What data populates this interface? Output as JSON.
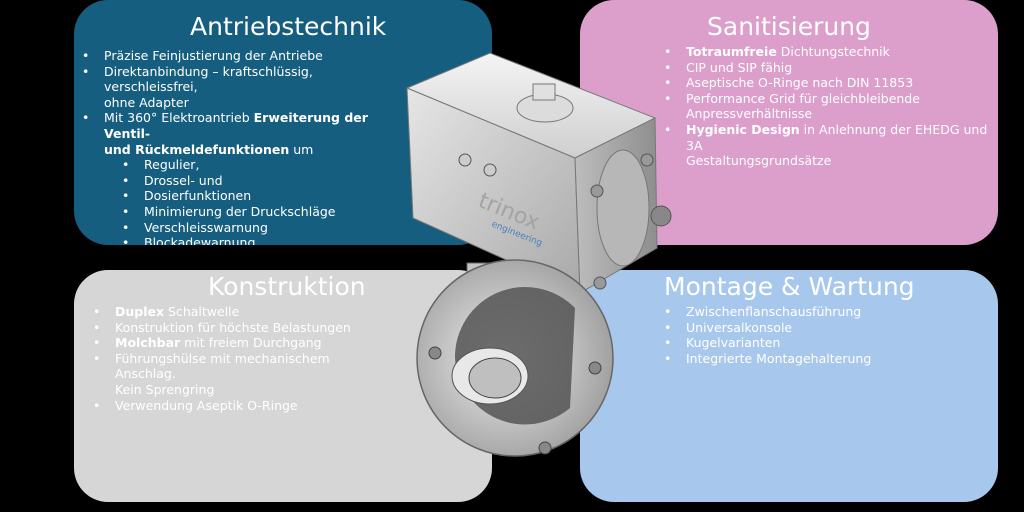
{
  "antrieb": {
    "title": "Antriebstechnik",
    "items": [
      {
        "text": "Präzise Feinjustierung der Antriebe"
      },
      {
        "text": "Direktanbindung – kraftschlüssig, verschleissfrei,"
      },
      {
        "text": "ohne Adapter",
        "cont": true
      },
      {
        "pre": "Mit 360° Elektroantrieb ",
        "bold": "Erweiterung der Ventil-"
      },
      {
        "bold": "und Rückmeldefunktionen",
        "post": " um",
        "cont": true
      },
      {
        "text": "Regulier,",
        "sub": true
      },
      {
        "text": "Drossel- und",
        "sub": true
      },
      {
        "text": "Dosierfunktionen",
        "sub": true
      },
      {
        "text": "Minimierung der Druckschläge",
        "sub": true
      },
      {
        "text": "Verschleisswarnung",
        "sub": true
      },
      {
        "text": "Blockadewarnung",
        "sub": true
      }
    ]
  },
  "sanit": {
    "title": "Sanitisierung",
    "items": [
      {
        "bold": "Totraumfreie",
        "post": " Dichtungstechnik"
      },
      {
        "text": "CIP und SIP fähig"
      },
      {
        "text": "Aseptische O-Ringe nach DIN 11853"
      },
      {
        "text": "Performance Grid für gleichbleibende"
      },
      {
        "text": "Anpressverhältnisse",
        "cont": true
      },
      {
        "bold": "Hygienic Design",
        "post": " in Anlehnung der EHEDG und 3A"
      },
      {
        "text": "Gestaltungsgrundsätze",
        "cont": true
      }
    ]
  },
  "konst": {
    "title": "Konstruktion",
    "items": [
      {
        "bold": "Duplex",
        "post": " Schaltwelle"
      },
      {
        "text": "Konstruktion für höchste Belastungen"
      },
      {
        "bold": "Molchbar",
        "post": " mit freiem Durchgang"
      },
      {
        "text": "Führungshülse mit mechanischem Anschlag."
      },
      {
        "text": "Kein Sprengring",
        "cont": true
      },
      {
        "text": "Verwendung Aseptik O-Ringe"
      }
    ]
  },
  "montage": {
    "title": "Montage & Wartung",
    "items": [
      {
        "text": "Zwischenflanschausführung"
      },
      {
        "text": "Universalkonsole"
      },
      {
        "text": "Kugelvarianten"
      },
      {
        "text": "Integrierte Montagehalterung"
      }
    ]
  },
  "product": {
    "brand": "trinox",
    "sub": "engineering"
  }
}
